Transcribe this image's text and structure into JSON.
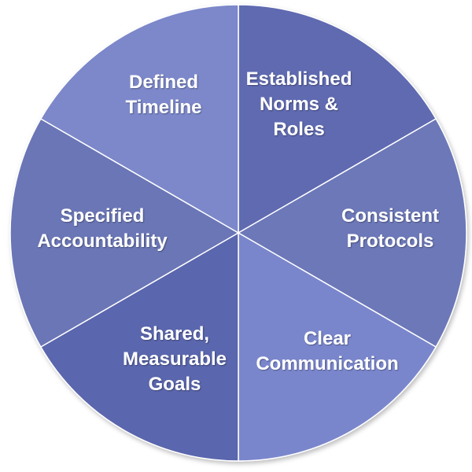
{
  "diagram": {
    "type": "segmented-wheel",
    "segments": [
      {
        "id": "established-norms-roles",
        "lines": [
          "Established",
          "Norms &",
          "Roles"
        ],
        "color": "#5f6bb1"
      },
      {
        "id": "consistent-protocols",
        "lines": [
          "Consistent",
          "Protocols"
        ],
        "color": "#6c78b8"
      },
      {
        "id": "clear-communication",
        "lines": [
          "Clear",
          "Communication"
        ],
        "color": "#7a86cc"
      },
      {
        "id": "shared-measurable-goals",
        "lines": [
          "Shared,",
          "Measurable",
          "Goals"
        ],
        "color": "#5a66ad"
      },
      {
        "id": "specified-accountability",
        "lines": [
          "Specified",
          "Accountability"
        ],
        "color": "#6a76b6"
      },
      {
        "id": "defined-timeline",
        "lines": [
          "Defined",
          "Timeline"
        ],
        "color": "#7c88ca"
      }
    ]
  }
}
